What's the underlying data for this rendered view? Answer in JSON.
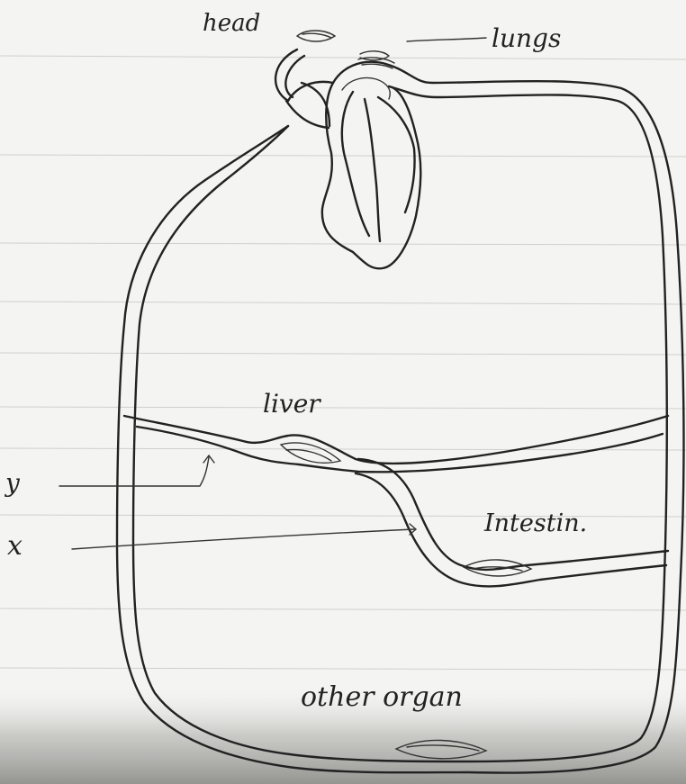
{
  "diagram": {
    "labels": {
      "head": "head",
      "lungs": "lungs",
      "liver": "liver",
      "intestine": "Intestin.",
      "other_organ": "other organ",
      "y": "y",
      "x": "x"
    }
  },
  "colors": {
    "paper": "#f4f4f2",
    "ink": "#222222",
    "shadow": "#9a9a98"
  }
}
